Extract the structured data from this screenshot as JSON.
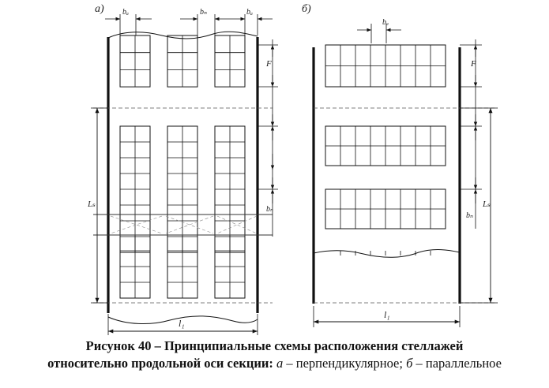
{
  "figure": {
    "panel_labels": {
      "a": "а)",
      "b": "б)"
    },
    "dimension_labels": {
      "a_top_1": "bₐ",
      "a_top_2": "bₙ",
      "a_top_3": "bₐ",
      "a_right_1": "F",
      "a_right_2": "bₙ",
      "a_left": "Lₛ",
      "a_bottom": "l₁",
      "b_top": "bₐ",
      "b_right_1": "F",
      "b_right_2": "bₙ",
      "b_right_3": "Lₛ",
      "b_bottom": "l₁"
    }
  },
  "caption": {
    "line1": "Рисунок 40 – Принципиальные схемы расположения стеллажей",
    "line2_start": "относительно продольной оси секции: ",
    "a_letter": "а",
    "a_text": " – перпендикулярное; ",
    "b_letter": "б",
    "b_text": " – параллельное"
  }
}
